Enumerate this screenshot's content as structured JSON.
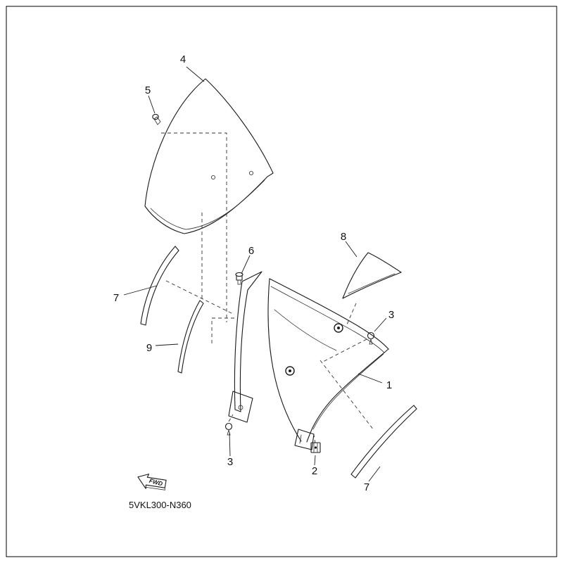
{
  "diagram": {
    "code": "5VKL300-N360",
    "fwd_label": "FWD",
    "labels": [
      {
        "part": "4"
      },
      {
        "part": "5"
      },
      {
        "part": "6"
      },
      {
        "part": "7"
      },
      {
        "part": "8"
      },
      {
        "part": "9"
      },
      {
        "part": "3"
      },
      {
        "part": "1"
      },
      {
        "part": "3"
      },
      {
        "part": "2"
      },
      {
        "part": "7"
      }
    ]
  }
}
